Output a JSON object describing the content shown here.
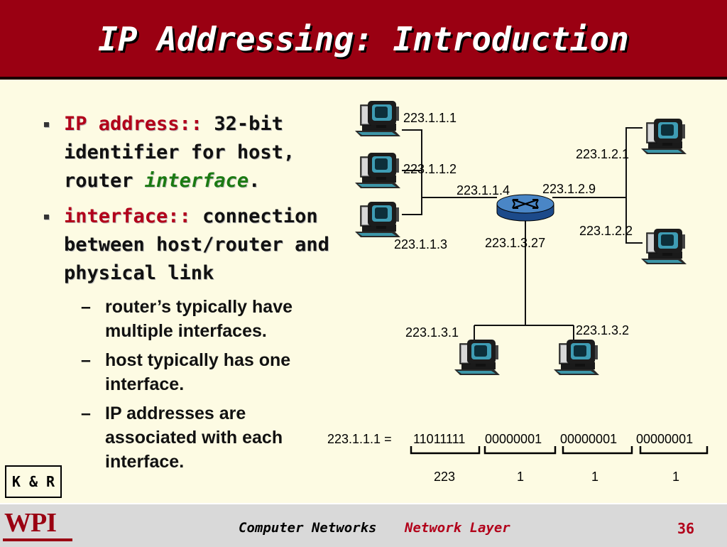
{
  "slide": {
    "title": "IP Addressing: Introduction",
    "bullets": [
      {
        "term": "IP address::",
        "text": " 32-bit identifier for host, router ",
        "emph": "interface",
        "end": "."
      },
      {
        "term": "interface::",
        "text": " connection between host/router and physical link"
      }
    ],
    "subbullets": [
      "router’s typically have multiple interfaces.",
      "host typically has one interface.",
      "IP addresses are associated with each interface."
    ],
    "badge": "K & R"
  },
  "network": {
    "labels": {
      "h111": "223.1.1.1",
      "h112": "223.1.1.2",
      "h113": "223.1.1.3",
      "r114": "223.1.1.4",
      "r129": "223.1.2.9",
      "h121": "223.1.2.1",
      "h122": "223.1.2.2",
      "r1327": "223.1.3.27",
      "h131": "223.1.3.1",
      "h132": "223.1.3.2"
    },
    "binary": {
      "lhs": "223.1.1.1 =",
      "octets": [
        "11011111",
        "00000001",
        "00000001",
        "00000001"
      ],
      "decimals": [
        "223",
        "1",
        "1",
        "1"
      ]
    }
  },
  "footer": {
    "logo": "WPI",
    "course": "Computer Networks",
    "section": "Network Layer",
    "page": "36"
  },
  "colors": {
    "title_bg": "#9a0012",
    "accent_red": "#b2001a",
    "accent_green": "#1b7a12",
    "bg": "#fdfbe3"
  }
}
